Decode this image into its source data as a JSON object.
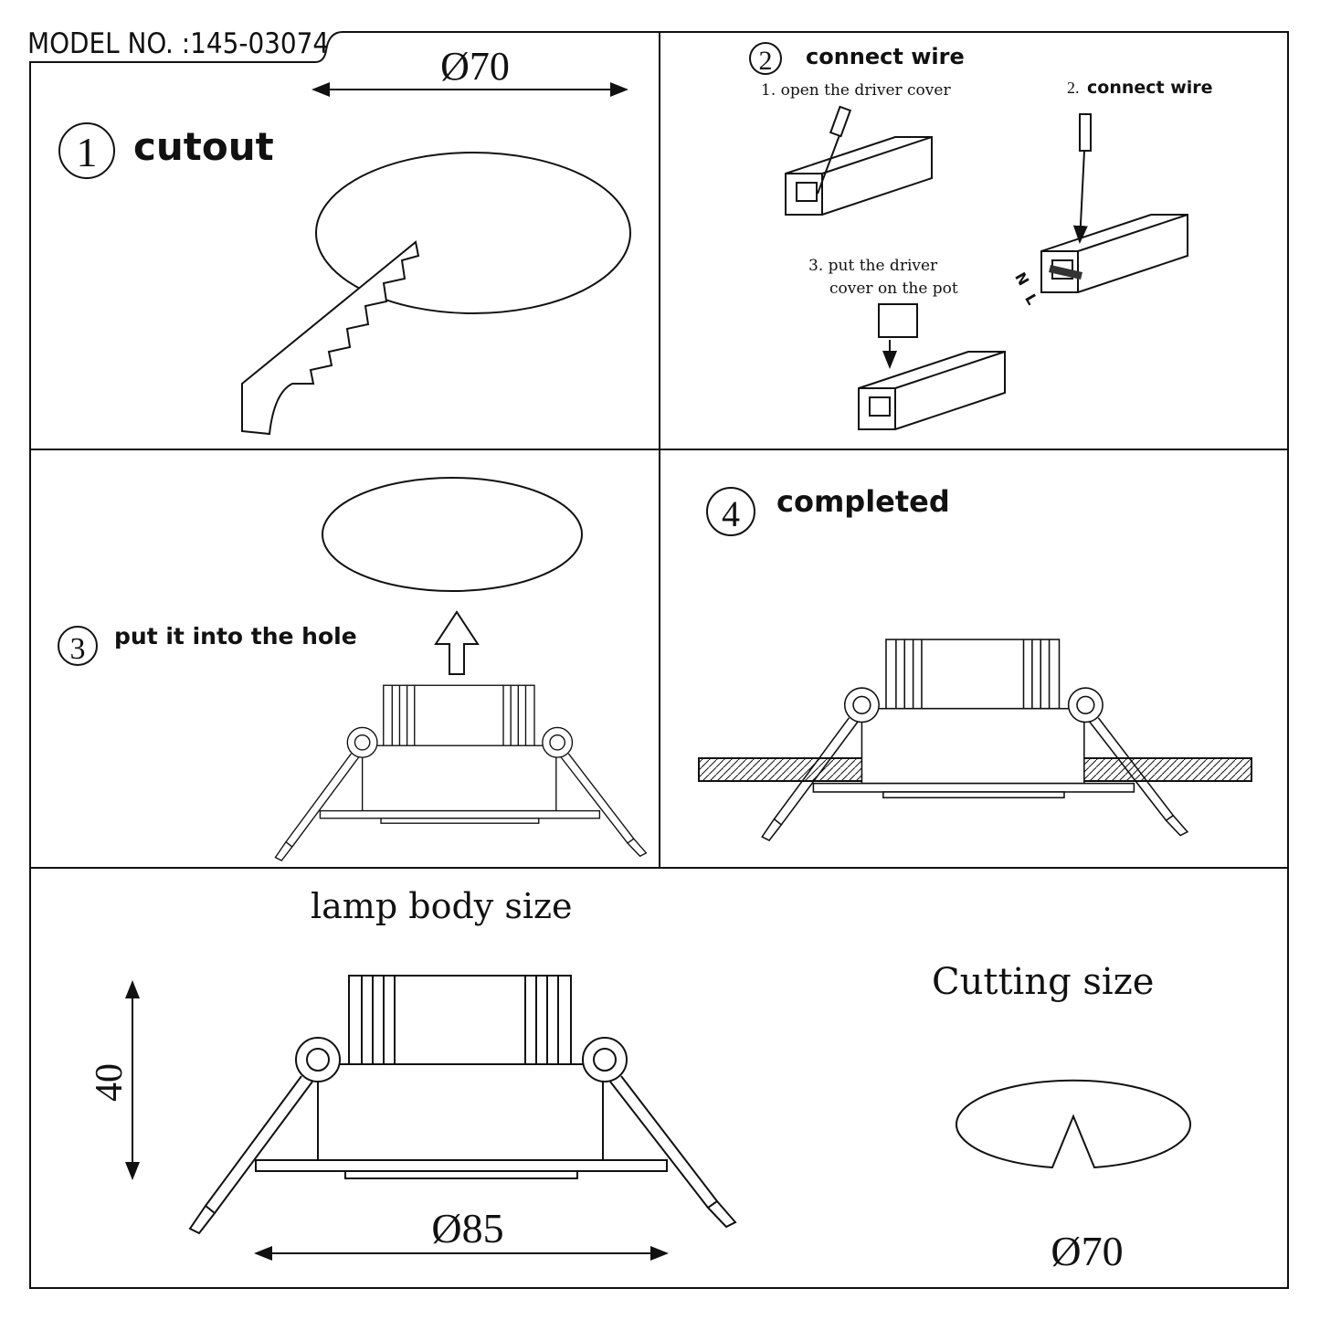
{
  "model_label": "MODEL NO. :145-03074",
  "step1": {
    "number": "1",
    "title": "cutout",
    "dimension": "Ø70"
  },
  "step2": {
    "number": "2",
    "title": "connect wire",
    "sub1": "1. open the driver cover",
    "sub2_num": "2.",
    "sub2": "connect wire",
    "sub3_line1": "3. put the driver",
    "sub3_line2": "cover on the pot",
    "n_label": "N",
    "l_label": "L"
  },
  "step3": {
    "number": "3",
    "title": "put it into the hole"
  },
  "step4": {
    "number": "4",
    "title": "completed"
  },
  "bottom": {
    "lamp_title": "lamp body size",
    "height_dim": "40",
    "diameter_dim": "Ø85",
    "cutting_title": "Cutting size",
    "cutting_dim": "Ø70"
  }
}
